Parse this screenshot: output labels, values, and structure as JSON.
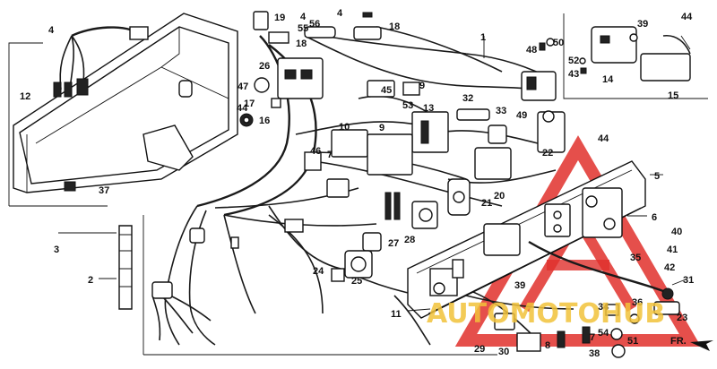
{
  "diagram": {
    "callouts": [
      {
        "id": "c1",
        "label": "1"
      },
      {
        "id": "c2",
        "label": "2"
      },
      {
        "id": "c3",
        "label": "3"
      },
      {
        "id": "c4a",
        "label": "4"
      },
      {
        "id": "c4b",
        "label": "4"
      },
      {
        "id": "c4c",
        "label": "4"
      },
      {
        "id": "c5",
        "label": "5"
      },
      {
        "id": "c6",
        "label": "6"
      },
      {
        "id": "c7a",
        "label": "7"
      },
      {
        "id": "c7b",
        "label": "7"
      },
      {
        "id": "c8",
        "label": "8"
      },
      {
        "id": "c9a",
        "label": "9"
      },
      {
        "id": "c9b",
        "label": "9"
      },
      {
        "id": "c10",
        "label": "10"
      },
      {
        "id": "c11",
        "label": "11"
      },
      {
        "id": "c12",
        "label": "12"
      },
      {
        "id": "c13",
        "label": "13"
      },
      {
        "id": "c14",
        "label": "14"
      },
      {
        "id": "c15",
        "label": "15"
      },
      {
        "id": "c16",
        "label": "16"
      },
      {
        "id": "c17",
        "label": "17"
      },
      {
        "id": "c18a",
        "label": "18"
      },
      {
        "id": "c18b",
        "label": "18"
      },
      {
        "id": "c19",
        "label": "19"
      },
      {
        "id": "c20",
        "label": "20"
      },
      {
        "id": "c21",
        "label": "21"
      },
      {
        "id": "c22",
        "label": "22"
      },
      {
        "id": "c23",
        "label": "23"
      },
      {
        "id": "c24",
        "label": "24"
      },
      {
        "id": "c25",
        "label": "25"
      },
      {
        "id": "c26",
        "label": "26"
      },
      {
        "id": "c27",
        "label": "27"
      },
      {
        "id": "c28",
        "label": "28"
      },
      {
        "id": "c29",
        "label": "29"
      },
      {
        "id": "c30",
        "label": "30"
      },
      {
        "id": "c31",
        "label": "31"
      },
      {
        "id": "c32",
        "label": "32"
      },
      {
        "id": "c33",
        "label": "33"
      },
      {
        "id": "c34",
        "label": "34"
      },
      {
        "id": "c35",
        "label": "35"
      },
      {
        "id": "c36",
        "label": "36"
      },
      {
        "id": "c37",
        "label": "37"
      },
      {
        "id": "c38",
        "label": "38"
      },
      {
        "id": "c39a",
        "label": "39"
      },
      {
        "id": "c39b",
        "label": "39"
      },
      {
        "id": "c40",
        "label": "40"
      },
      {
        "id": "c41",
        "label": "41"
      },
      {
        "id": "c42",
        "label": "42"
      },
      {
        "id": "c43",
        "label": "43"
      },
      {
        "id": "c44a",
        "label": "44"
      },
      {
        "id": "c44b",
        "label": "44"
      },
      {
        "id": "c44c",
        "label": "44"
      },
      {
        "id": "c45",
        "label": "45"
      },
      {
        "id": "c46",
        "label": "46"
      },
      {
        "id": "c47",
        "label": "47"
      },
      {
        "id": "c48",
        "label": "48"
      },
      {
        "id": "c49",
        "label": "49"
      },
      {
        "id": "c50",
        "label": "50"
      },
      {
        "id": "c51",
        "label": "51"
      },
      {
        "id": "c52",
        "label": "52"
      },
      {
        "id": "c53",
        "label": "53"
      },
      {
        "id": "c54",
        "label": "54"
      },
      {
        "id": "c55",
        "label": "55"
      },
      {
        "id": "c56",
        "label": "56"
      }
    ],
    "direction_label": "FR.",
    "watermark": {
      "text": "AUTOMOTOHUB",
      "colors": {
        "red": "#e0302c",
        "gold": "#f2c23a"
      }
    }
  }
}
